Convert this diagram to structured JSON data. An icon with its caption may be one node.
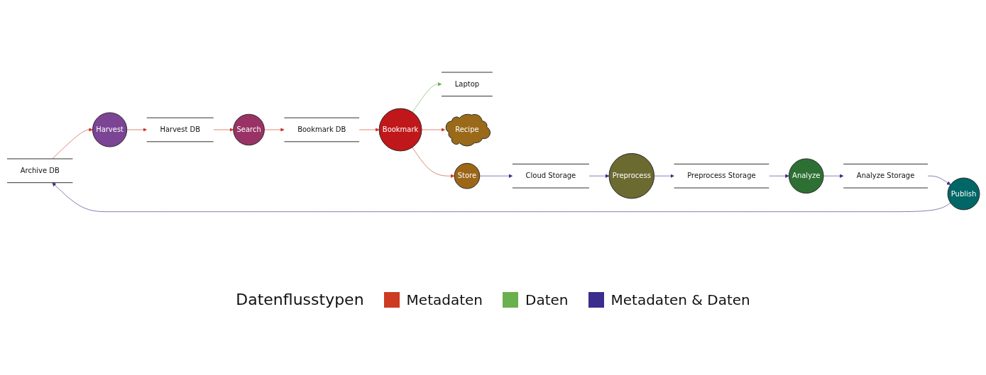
{
  "diagram": {
    "nodes": [
      {
        "text": [
          "Archive DB"
        ]
      },
      {
        "text": [
          "Harvest"
        ]
      },
      {
        "text": [
          "Harvest DB"
        ]
      },
      {
        "text": [
          "Search"
        ]
      },
      {
        "text": [
          "Bookmark DB"
        ]
      },
      {
        "text": [
          "Bookmark"
        ]
      },
      {
        "text": [
          "Laptop"
        ]
      },
      {
        "text": [
          "Recipe"
        ]
      },
      {
        "text": [
          "Publish"
        ]
      },
      {
        "text": [
          "Analyze Storage"
        ]
      },
      {
        "text": [
          "Analyze"
        ]
      },
      {
        "text": [
          "Preprocess Storage"
        ]
      },
      {
        "text": [
          "Preprocess"
        ]
      },
      {
        "text": [
          "Cloud Storage"
        ]
      },
      {
        "text": [
          "Store"
        ]
      }
    ],
    "edges": [
      {
        "from": 0,
        "to": 1,
        "arrow": "to",
        "color": "#cc3b22"
      },
      {
        "from": 1,
        "to": 2,
        "arrow": "to",
        "color": "#cc3b22"
      },
      {
        "from": 2,
        "to": 3,
        "arrow": "to",
        "color": "#cc3b22"
      },
      {
        "from": 3,
        "to": 4,
        "arrow": "to",
        "color": "#cc3b22"
      },
      {
        "from": 4,
        "to": 5,
        "arrow": "to",
        "color": "#cc3b22"
      },
      {
        "from": 5,
        "to": 6,
        "arrow": "to",
        "color": "#6ab04c"
      },
      {
        "from": 5,
        "to": 7,
        "arrow": "to",
        "color": "#cc3b22"
      },
      {
        "from": 5,
        "to": 14,
        "arrow": "to",
        "color": "#cc3b22"
      },
      {
        "from": 14,
        "to": 13,
        "arrow": "to",
        "color": "#3a2d8c"
      },
      {
        "from": 13,
        "to": 12,
        "arrow": "to",
        "color": "#3a2d8c"
      },
      {
        "from": 12,
        "to": 11,
        "arrow": "to",
        "color": "#3a2d8c"
      },
      {
        "from": 11,
        "to": 10,
        "arrow": "to",
        "color": "#3a2d8c"
      },
      {
        "from": 10,
        "to": 9,
        "arrow": "to",
        "color": "#3a2d8c"
      },
      {
        "from": 9,
        "to": 8,
        "arrow": "to",
        "color": "#3a2d8c"
      },
      {
        "from": 8,
        "to": 0,
        "arrow": "to",
        "color": "#3a2d8c"
      }
    ],
    "labels": [
      "Datenflusstypen"
    ],
    "legend": [
      {
        "text": "Metadaten",
        "color": "#cc3b22"
      },
      {
        "text": "Daten",
        "color": "#6ab04c"
      },
      {
        "text": "Metadaten & Daten",
        "color": "#3a2d8c"
      }
    ]
  }
}
